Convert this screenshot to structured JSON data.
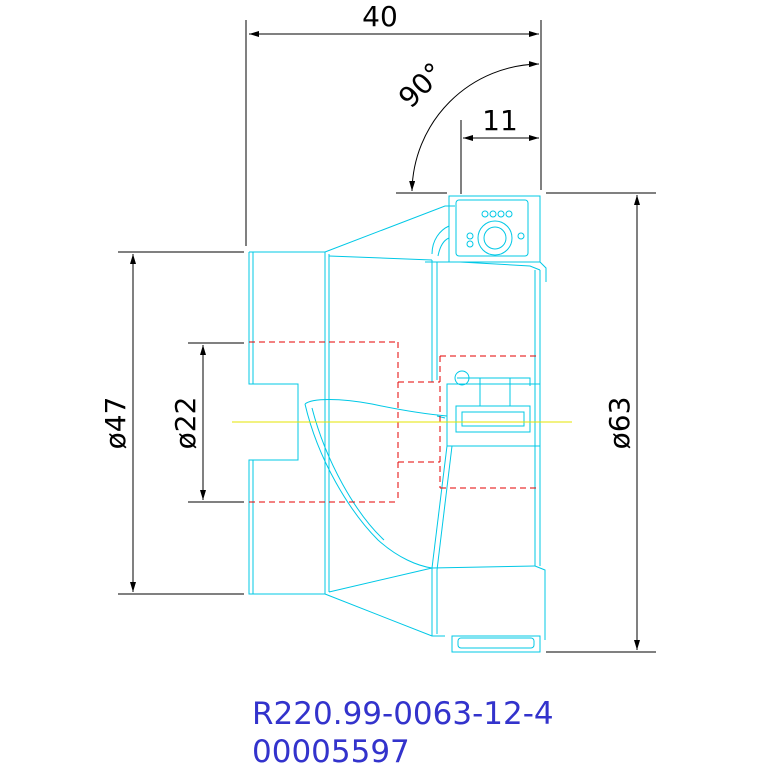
{
  "drawing": {
    "colors": {
      "outline": "#00c8e6",
      "dimension": "#000000",
      "hidden": "#e60000",
      "centerline": "#e6e600",
      "part_text": "#3333cc"
    },
    "dimensions": {
      "overall_length": "40",
      "insert_offset": "11",
      "entering_angle": "90°",
      "bore_diameter": "ø22",
      "hub_diameter": "ø47",
      "cutter_diameter": "ø63"
    },
    "part_number": "R220.99-0063-12-4",
    "item_code": "00005597"
  }
}
